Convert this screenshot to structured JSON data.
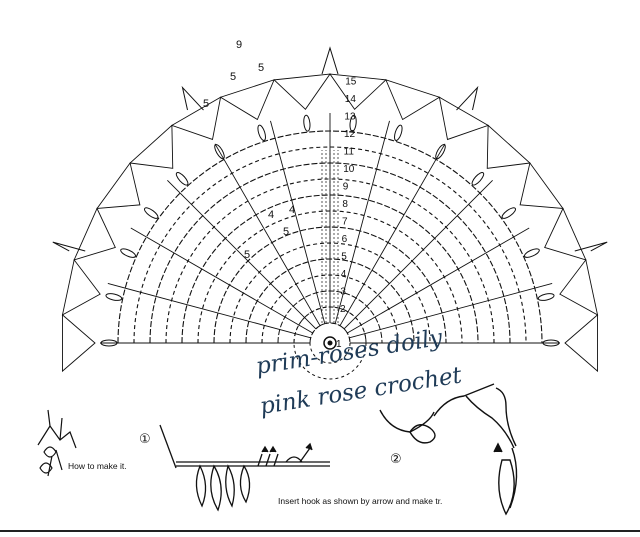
{
  "diagram": {
    "center_label": "1",
    "row_numbers": [
      "2",
      "3",
      "4",
      "5",
      "6",
      "7",
      "8",
      "9",
      "10",
      "11",
      "12",
      "13",
      "14",
      "15"
    ],
    "inner_labels": [
      "4",
      "4",
      "5",
      "5"
    ],
    "petal_labels": [
      "9",
      "5",
      "5",
      "5"
    ]
  },
  "overlay": {
    "line1": "prim-roses doily",
    "line2": "pink rose crochet"
  },
  "instructions": {
    "how_to": "How to make it.",
    "step1": "①",
    "step2": "②",
    "insert": "Insert hook as shown by arrow and make tr."
  }
}
